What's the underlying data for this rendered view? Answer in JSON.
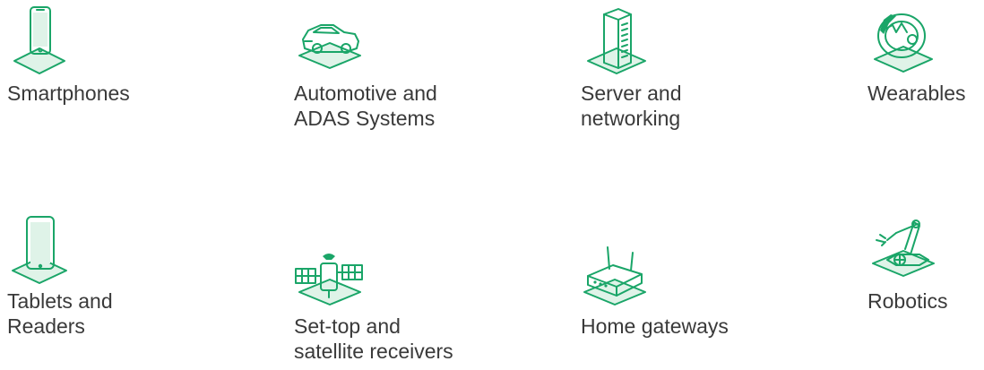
{
  "colors": {
    "accent": "#1aa568",
    "text": "#3a3a3a"
  },
  "items": [
    {
      "icon": "smartphone-icon",
      "lines": [
        "Smartphones"
      ]
    },
    {
      "icon": "car-icon",
      "lines": [
        "Automotive and",
        "ADAS Systems"
      ]
    },
    {
      "icon": "server-icon",
      "lines": [
        "Server and",
        "networking"
      ]
    },
    {
      "icon": "wearable-band-icon",
      "lines": [
        "Wearables"
      ]
    },
    {
      "icon": "tablet-icon",
      "lines": [
        "Tablets and",
        "Readers"
      ]
    },
    {
      "icon": "satellite-icon",
      "lines": [
        "Set-top and",
        "satellite receivers"
      ]
    },
    {
      "icon": "router-icon",
      "lines": [
        "Home gateways"
      ]
    },
    {
      "icon": "robot-arm-icon",
      "lines": [
        "Robotics"
      ]
    }
  ]
}
